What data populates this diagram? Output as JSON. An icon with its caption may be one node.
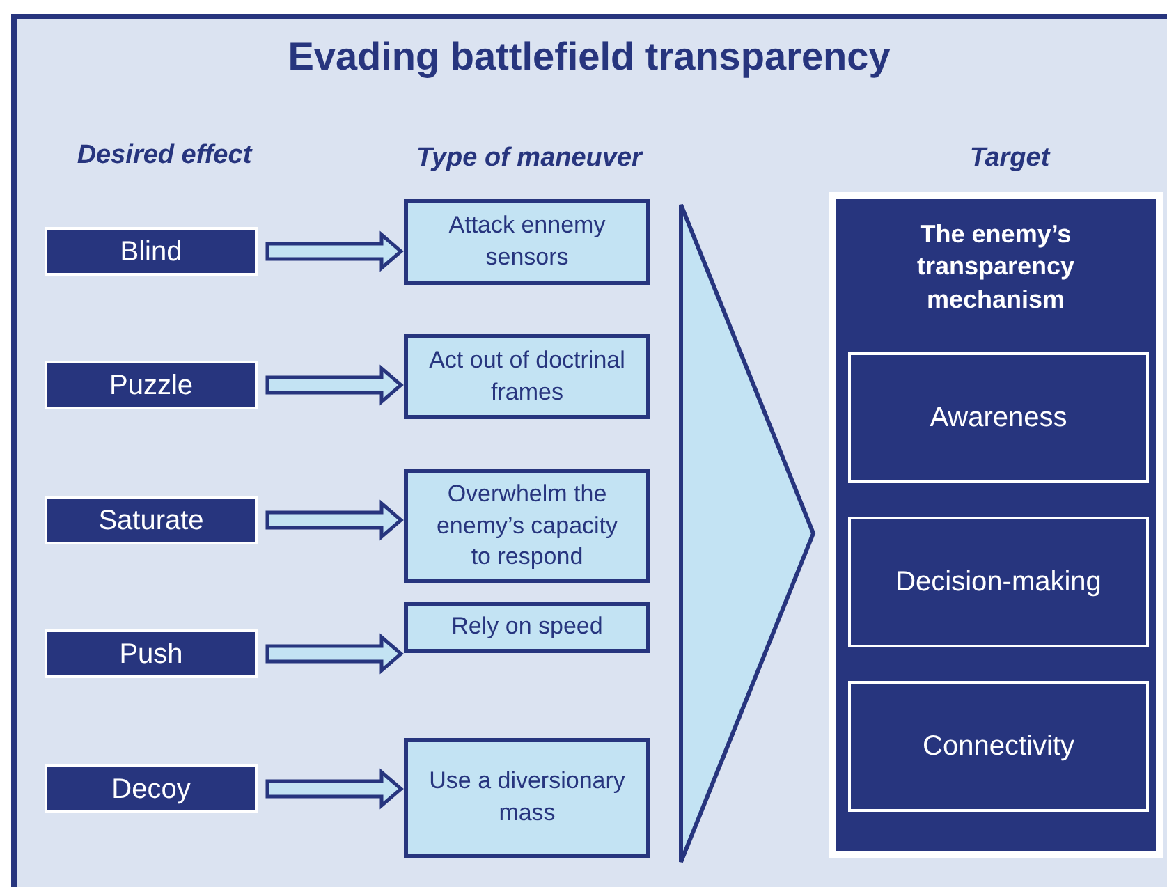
{
  "diagram": {
    "title": "Evading battlefield transparency",
    "nodes": [
      {
        "text": [
          "Blind"
        ]
      },
      {
        "text": [
          "Puzzle"
        ]
      },
      {
        "text": [
          "Saturate"
        ]
      },
      {
        "text": [
          "Push"
        ]
      },
      {
        "text": [
          "Decoy"
        ]
      },
      {
        "text": [
          "Attack ennemy sensors"
        ]
      },
      {
        "text": [
          "Act out of doctrinal frames"
        ]
      },
      {
        "text": [
          "Overwhelm the enemy’s capacity to respond"
        ]
      },
      {
        "text": [
          "Rely on speed"
        ]
      },
      {
        "text": [
          "Use a diversionary mass"
        ]
      },
      {
        "text": [],
        "shape": "chevron"
      },
      {
        "text": [
          "The enemy’s transparency mechanism"
        ]
      },
      {
        "text": [
          "Awareness"
        ],
        "in": 11
      },
      {
        "text": [
          "Decision-making"
        ],
        "in": 11
      },
      {
        "text": [
          "Connectivity"
        ],
        "in": 11
      }
    ],
    "edges": [
      {
        "from": 0,
        "to": 5,
        "arrow": "to"
      },
      {
        "from": 1,
        "to": 6,
        "arrow": "to"
      },
      {
        "from": 2,
        "to": 7,
        "arrow": "to"
      },
      {
        "from": 3,
        "to": 8,
        "arrow": "to"
      },
      {
        "from": 4,
        "to": 9,
        "arrow": "to"
      }
    ],
    "labels": [
      "Desired effect",
      "Type of maneuver",
      "Target"
    ]
  }
}
